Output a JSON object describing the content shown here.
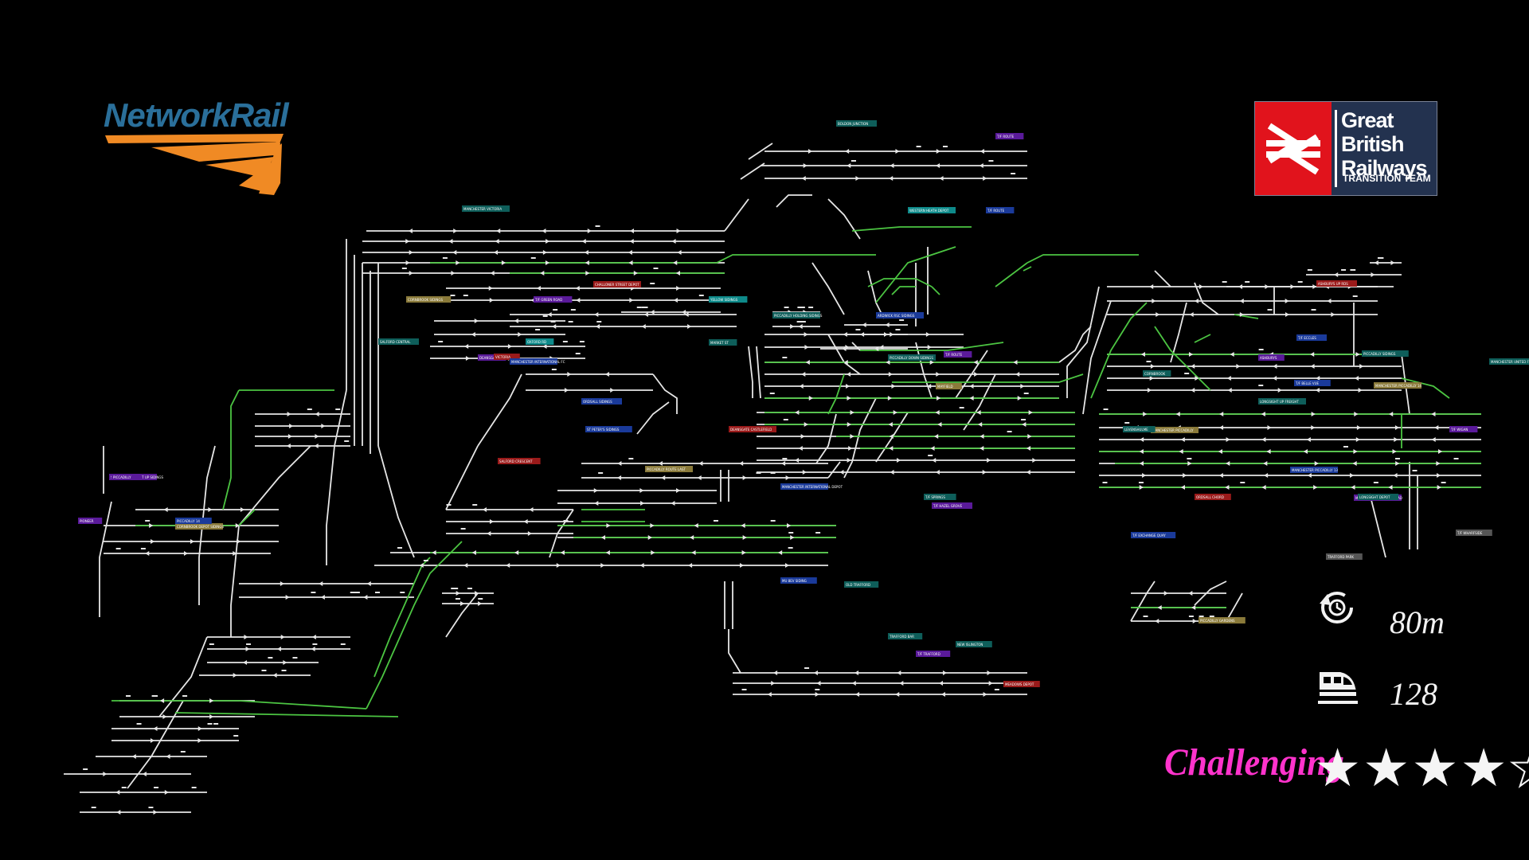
{
  "branding": {
    "left_logo": "NetworkRail",
    "right_logo_line1": "Great British",
    "right_logo_line2": "Railways",
    "right_logo_line3": "TRANSITION TEAM",
    "brand_colors": {
      "network_rail_blue": "#2a6f9a",
      "network_rail_orange": "#f08a24",
      "gbr_red": "#e1131c",
      "gbr_navy": "#23324f"
    }
  },
  "stats": {
    "duration_icon": "clock-arrow-icon",
    "duration": "80m",
    "trains_icon": "train-icon",
    "trains": "128",
    "difficulty": "Challenging",
    "difficulty_rating": 4,
    "difficulty_max": 5
  },
  "map": {
    "track_colors": {
      "unset": "#e6e6e6",
      "route_set": "#4cc542",
      "background": "#000000"
    },
    "labels": [
      {
        "text": "BOLDON JUNCTION",
        "color": "#0e5e5a"
      },
      {
        "text": "T/F ROUTE",
        "color": "#5a1a9a"
      },
      {
        "text": "MANCHESTER VICTORIA",
        "color": "#0e5e5a"
      },
      {
        "text": "WESTERN HEATH DEPOT",
        "color": "#0e8a8a"
      },
      {
        "text": "T/F ROUTE",
        "color": "#1a3a9a"
      },
      {
        "text": "CHALLONER STREET DEPOT",
        "color": "#9a1a1a"
      },
      {
        "text": "ASHBURYS UP RDS",
        "color": "#9a1a1a"
      },
      {
        "text": "CORNBROOK SIDINGS",
        "color": "#8a7a3a"
      },
      {
        "text": "T/F GREEN ROAD",
        "color": "#5a1a9a"
      },
      {
        "text": "YELLOW SIDINGS",
        "color": "#0e8a8a"
      },
      {
        "text": "PICCADILLY HOLDING SIDINGS",
        "color": "#0e5e5a"
      },
      {
        "text": "ARDWICK RSC SIDINGS",
        "color": "#1a3a9a"
      },
      {
        "text": "SALFORD CENTRAL",
        "color": "#0e5e5a"
      },
      {
        "text": "OXFORD RD",
        "color": "#0e8a8a"
      },
      {
        "text": "DEANSGATE",
        "color": "#5a1a9a"
      },
      {
        "text": "MARKET ST",
        "color": "#0e5e5a"
      },
      {
        "text": "PICCADILLY DOWN SIDINGS",
        "color": "#0e5e5a"
      },
      {
        "text": "ASHBURYS",
        "color": "#5a1a9a"
      },
      {
        "text": "T/F ROUTE",
        "color": "#5a1a9a"
      },
      {
        "text": "VICTORIA",
        "color": "#9a1a1a"
      },
      {
        "text": "ORDSALL SIDINGS",
        "color": "#1a3a9a"
      },
      {
        "text": "ST PETER'S SIDINGS",
        "color": "#1a3a9a"
      },
      {
        "text": "MAYFIELD",
        "color": "#8a7a3a"
      },
      {
        "text": "LONGSIGHT UP FREIGHT",
        "color": "#0e5e5a"
      },
      {
        "text": "T/F BELLE VUE",
        "color": "#1a3a9a"
      },
      {
        "text": "PICCADILLY SIDINGS",
        "color": "#0e5e5a"
      },
      {
        "text": "MANCHESTER PICCADILLY",
        "color": "#8a7a3a"
      },
      {
        "text": "LEVENSHULME",
        "color": "#0e5e5a"
      },
      {
        "text": "T/F ECCLES",
        "color": "#1a3a9a"
      },
      {
        "text": "DEANSGATE CASTLEFIELD",
        "color": "#9a1a1a"
      },
      {
        "text": "SALFORD CRESCENT UP SIDINGS",
        "color": "#5a1a9a"
      },
      {
        "text": "SALFORD CRESCENT",
        "color": "#9a1a1a"
      },
      {
        "text": "MANCHESTER PICCADILLY 13",
        "color": "#1a3a9a"
      },
      {
        "text": "PICCADILLY ROUTE LAST",
        "color": "#8a7a3a"
      },
      {
        "text": "MANCHESTER INTERNATIONAL DEPOT",
        "color": "#1a3a9a"
      },
      {
        "text": "T/F HAZEL GROVE",
        "color": "#5a1a9a"
      },
      {
        "text": "T/F SPRINGS",
        "color": "#0e5e5a"
      },
      {
        "text": "T/F EXCHANGE QUAY",
        "color": "#1a3a9a"
      },
      {
        "text": "T/F WHARFSIDE",
        "color": "#555555"
      },
      {
        "text": "T/F WIGAN",
        "color": "#5a1a9a"
      },
      {
        "text": "PIONEER",
        "color": "#5a1a9a"
      },
      {
        "text": "CORNBROOK DEPOT SIDINGS",
        "color": "#8a7a3a"
      },
      {
        "text": "ORDSALL CHORD",
        "color": "#9a1a1a"
      },
      {
        "text": "MANCHESTER OXFORD ROAD",
        "color": "#5a1a9a"
      },
      {
        "text": "MANCHESTER PICCADILLY 14",
        "color": "#8a7a3a"
      },
      {
        "text": "MANCHESTER INTERNATIONAL FC",
        "color": "#1a3a9a"
      },
      {
        "text": "CORNBROOK",
        "color": "#0e5e5a"
      },
      {
        "text": "PICCADILLY GARDENS",
        "color": "#8a7a3a"
      },
      {
        "text": "LONGSIGHT DEPOT",
        "color": "#0e5e5a"
      },
      {
        "text": "MANCHESTER UNITED FOOTBALL GROUND",
        "color": "#0e5e5a"
      },
      {
        "text": "PICCADILLY",
        "color": "#5a1a9a"
      },
      {
        "text": "PICCADILLY 14",
        "color": "#1a3a9a"
      },
      {
        "text": "NEW ISLINGTON",
        "color": "#0e5e5a"
      },
      {
        "text": "TRAFFORD PARK",
        "color": "#555555"
      },
      {
        "text": "MU 8EV SIDING",
        "color": "#1a3a9a"
      },
      {
        "text": "OLD TRAFFORD",
        "color": "#0e5e5a"
      },
      {
        "text": "TRAFFORD BAR",
        "color": "#0e5e5a"
      },
      {
        "text": "T/F TRAFFORD",
        "color": "#5a1a9a"
      },
      {
        "text": "MEADOWS DEPOT",
        "color": "#9a1a1a"
      }
    ]
  }
}
